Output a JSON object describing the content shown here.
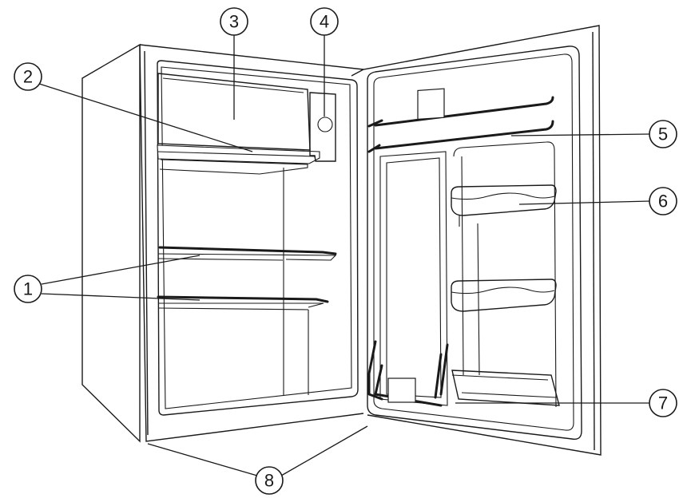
{
  "callouts": [
    {
      "id": "1",
      "label": "1"
    },
    {
      "id": "2",
      "label": "2"
    },
    {
      "id": "3",
      "label": "3"
    },
    {
      "id": "4",
      "label": "4"
    },
    {
      "id": "5",
      "label": "5"
    },
    {
      "id": "6",
      "label": "6"
    },
    {
      "id": "7",
      "label": "7"
    },
    {
      "id": "8",
      "label": "8"
    }
  ],
  "colors": {
    "line": "#1a1a1a",
    "background": "#ffffff"
  }
}
